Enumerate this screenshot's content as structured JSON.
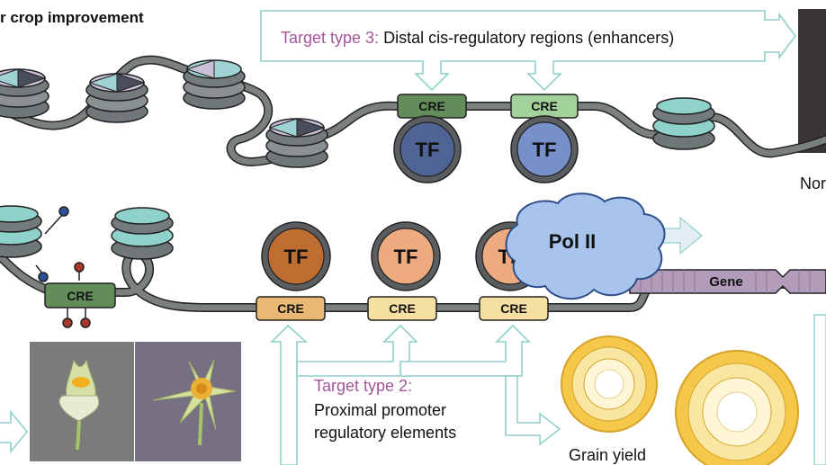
{
  "title": "r crop improvement",
  "target3": {
    "prefix": "Target type 3:",
    "text": " Distal cis-regulatory regions (enhancers)"
  },
  "target2": {
    "line1": "Target type 2:",
    "line2": "Proximal promoter",
    "line3": "regulatory elements"
  },
  "labels": {
    "cre": "CRE",
    "tf": "TF",
    "pol": "Pol II",
    "gene": "Gene",
    "grain_yield": "Grain yield",
    "nor_partial": "Nor"
  },
  "colors": {
    "target_accent": "#a5549c",
    "bracket": "#8fd1cb",
    "dna": "#7a7f80",
    "tf_dark_blue": "#4f6394",
    "tf_blue": "#7890c9",
    "tf_brown": "#c06d32",
    "tf_peach": "#eeab80",
    "cre_dark_green": "#628d5b",
    "cre_light_green": "#a3d19a",
    "cre_orange": "#e9b873",
    "cre_cream": "#f6dfa3",
    "polii": "#a8c4ec",
    "gene": "#b39cb9"
  }
}
